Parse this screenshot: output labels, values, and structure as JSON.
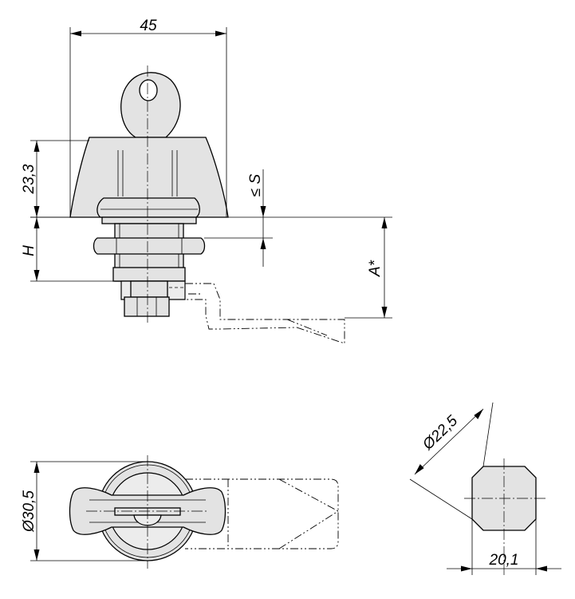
{
  "dimensions": {
    "width_45": "45",
    "height_23_3": "23,3",
    "h": "H",
    "s": "≤ S",
    "a": "A*",
    "diameter_30_5": "Ø30,5",
    "diameter_22_5": "Ø22,5",
    "width_20_1": "20,1"
  }
}
